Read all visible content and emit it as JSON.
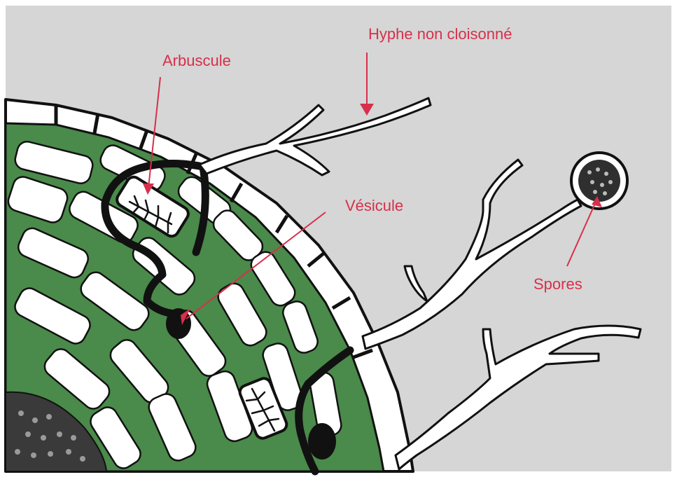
{
  "diagram": {
    "colors": {
      "background": "#d6d6d6",
      "cortex": "#4a8a4a",
      "cell_fill": "#ffffff",
      "outline": "#111111",
      "annotation": "#d6304a"
    },
    "labels": {
      "hyphe": "Hyphe non cloisonné",
      "arbuscule": "Arbuscule",
      "vesicule": "Vésicule",
      "spores": "Spores"
    }
  }
}
